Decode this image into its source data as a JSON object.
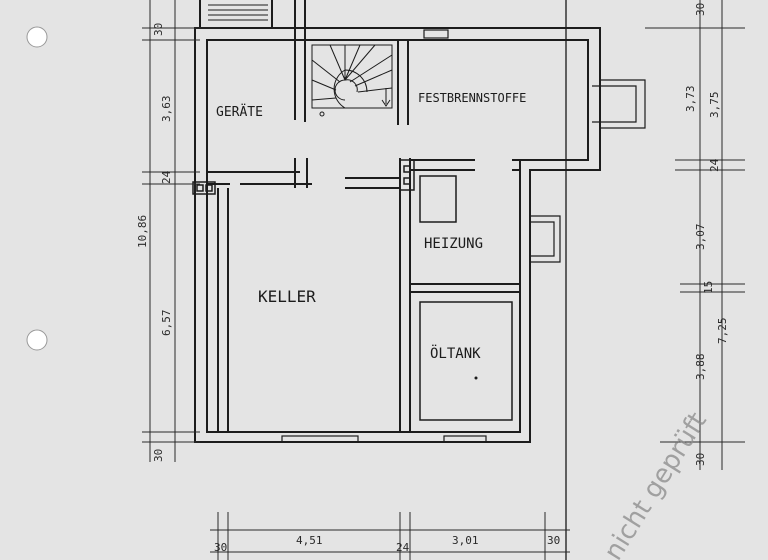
{
  "rooms": {
    "geraete": "GERÄTE",
    "festbrennstoffe": "FESTBRENNSTOFFE",
    "heizung": "HEIZUNG",
    "keller": "KELLER",
    "oeltank": "ÖLTANK"
  },
  "dimensions_left": {
    "top_30": "30",
    "upper_363": "3,63",
    "mid_24": "24",
    "lower_657": "6,57",
    "total_1086": "10,86",
    "bottom_30": "30"
  },
  "dimensions_right": {
    "top_30": "30",
    "upper_373": "3,73",
    "upper_375": "3,75",
    "mid_24": "24",
    "mid_307": "3,07",
    "small_15": "15",
    "lower_388": "3,88",
    "total_725": "7,25",
    "bottom_30": "30"
  },
  "dimensions_bottom": {
    "left_30": "30",
    "keller_451": "4,51",
    "mid_24": "24",
    "right_301": "3,01",
    "right_30": "30"
  },
  "stamp": "nicht geprüft",
  "colors": {
    "paper": "#e4e4e4",
    "ink": "#1c1c1c",
    "stamp": "#8a8a8a"
  }
}
